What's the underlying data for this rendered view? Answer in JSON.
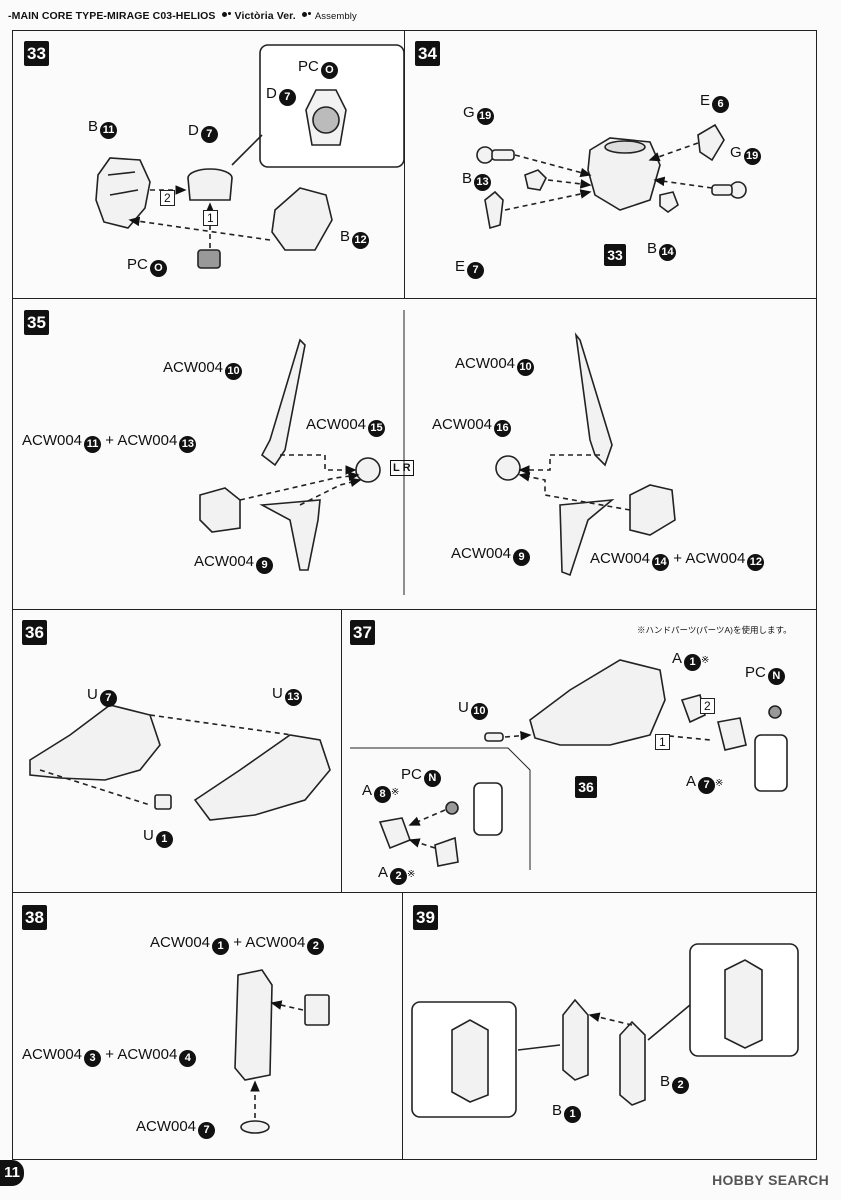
{
  "header": {
    "line": "-MAIN CORE TYPE-MIRAGE  C03-HELIOS",
    "version": "Victòria Ver.",
    "section": "Assembly"
  },
  "page_number": "11",
  "watermark": "HOBBY SEARCH",
  "steps": {
    "s33": {
      "num": "33",
      "b11": "B",
      "b11n": "11",
      "d7": "D",
      "d7n": "7",
      "b12": "B",
      "b12n": "12",
      "pc": "PC",
      "pcn": "O",
      "seq1": "1",
      "seq2": "2",
      "inset_pc": "PC",
      "inset_pcn": "O",
      "inset_d": "D",
      "inset_dn": "7"
    },
    "s34": {
      "num": "34",
      "g19a": "G",
      "g19an": "19",
      "b13": "B",
      "b13n": "13",
      "e7": "E",
      "e7n": "7",
      "e6": "E",
      "e6n": "6",
      "g19b": "G",
      "g19bn": "19",
      "b14": "B",
      "b14n": "14",
      "ref": "33"
    },
    "s35": {
      "num": "35",
      "left": {
        "acw10": "ACW004",
        "acw10n": "10",
        "acw11": "ACW004",
        "acw11n": "11",
        "plus": "+",
        "acw13": "ACW004",
        "acw13n": "13",
        "acw15": "ACW004",
        "acw15n": "15",
        "acw9": "ACW004",
        "acw9n": "9"
      },
      "right": {
        "acw10": "ACW004",
        "acw10n": "10",
        "acw16": "ACW004",
        "acw16n": "16",
        "acw9": "ACW004",
        "acw9n": "9",
        "acw14": "ACW004",
        "acw14n": "14",
        "plus": "+",
        "acw12": "ACW004",
        "acw12n": "12"
      },
      "lr": "L R"
    },
    "s36": {
      "num": "36",
      "u7": "U",
      "u7n": "7",
      "u13": "U",
      "u13n": "13",
      "u1": "U",
      "u1n": "1"
    },
    "s37": {
      "num": "37",
      "note": "※ハンドパーツ(パーツA)を使用します。",
      "a1": "A",
      "a1n": "1",
      "a1s": "※",
      "pcN": "PC",
      "pcNn": "N",
      "u10": "U",
      "u10n": "10",
      "a7": "A",
      "a7n": "7",
      "a7s": "※",
      "ref": "36",
      "seq1": "1",
      "seq2": "2",
      "a8": "A",
      "a8n": "8",
      "a8s": "※",
      "pcN2": "PC",
      "pcN2n": "N",
      "a2": "A",
      "a2n": "2",
      "a2s": "※"
    },
    "s38": {
      "num": "38",
      "acw1": "ACW004",
      "acw1n": "1",
      "plus1": "+",
      "acw2": "ACW004",
      "acw2n": "2",
      "acw3": "ACW004",
      "acw3n": "3",
      "plus2": "+",
      "acw4": "ACW004",
      "acw4n": "4",
      "acw7": "ACW004",
      "acw7n": "7"
    },
    "s39": {
      "num": "39",
      "b1": "B",
      "b1n": "1",
      "b2": "B",
      "b2n": "2"
    }
  }
}
